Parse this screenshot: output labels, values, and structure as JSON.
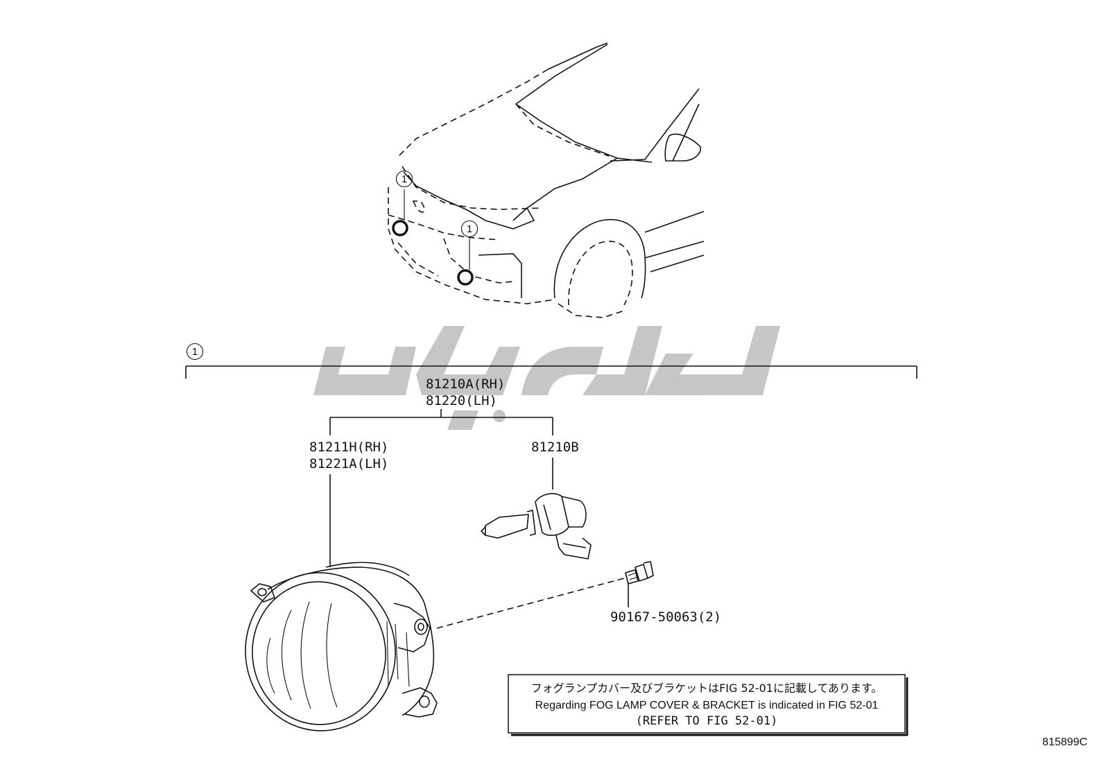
{
  "callout_marker": "1",
  "labels": {
    "assembly_rh": "81210A(RH)",
    "assembly_lh": "81220(LH)",
    "unit_rh": "81211H(RH)",
    "unit_lh": "81221A(LH)",
    "bulb": "81210B",
    "screw": "90167-50063(2)"
  },
  "note": {
    "japanese": "フォグランプカバー及びブラケットはFIG 52-01に記載してあります。",
    "english": "Regarding FOG LAMP COVER & BRACKET is indicated in FIG 52-01",
    "reference": "(REFER TO FIG 52-01)"
  },
  "figure_code": "815899C",
  "watermark_color": "#c4c4c4"
}
